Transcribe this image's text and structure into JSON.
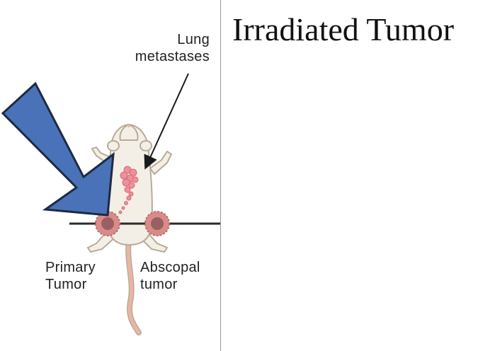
{
  "labels": {
    "lung_metastases_line1": "Lung",
    "lung_metastases_line2": "metastases",
    "primary_tumor_line1": "Primary",
    "primary_tumor_line2": "Tumor",
    "abscopal_tumor_line1": "Abscopal",
    "abscopal_tumor_line2": "tumor"
  },
  "title": "Irradiated Tumor",
  "colors": {
    "arrow_fill": "#4a72b8",
    "arrow_stroke": "#1c2a44",
    "mouse_body": "#f4efe6",
    "mouse_outline": "#b8ab98",
    "mouse_pink": "#eab5a6",
    "tumor": "#d98b88",
    "tumor_core": "#9a5f62",
    "metastasis": "#ef8f9a"
  },
  "icons": [
    "mouse-illustration",
    "blue-arrow-icon",
    "pointer-arrow-icon",
    "radiation-beam"
  ]
}
